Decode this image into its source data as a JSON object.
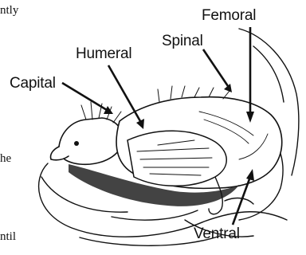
{
  "page_text": {
    "fragment_top": "ntly",
    "fragment_mid": "he",
    "fragment_bottom": "ntil"
  },
  "illustration": {
    "subject": "nestling bird held in a cupped hand",
    "labels": {
      "femoral": "Femoral",
      "spinal": "Spinal",
      "humeral": "Humeral",
      "capital": "Capital",
      "ventral": "Ventral"
    }
  }
}
